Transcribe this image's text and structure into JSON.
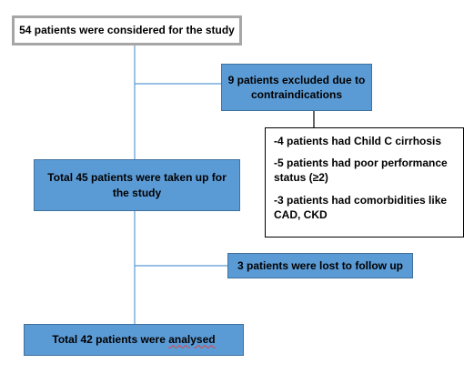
{
  "nodes": {
    "considered": "54 patients were considered for the study",
    "excluded": "9 patients excluded due to contraindications",
    "exclusion_reasons": [
      "-4 patients had Child C cirrhosis",
      "-5 patients had poor performance status (≥2)",
      "-3 patients had comorbidities like CAD, CKD"
    ],
    "taken_up": "Total 45 patients were taken up for the study",
    "lost": "3 patients were lost to follow up",
    "analysed_prefix": "Total 42 patients were ",
    "analysed_word": "analysed"
  },
  "colors": {
    "box_fill": "#5b9bd5",
    "box_border": "#41719c",
    "connector": "#5b9bd5",
    "start_border": "#a6a6a6"
  }
}
